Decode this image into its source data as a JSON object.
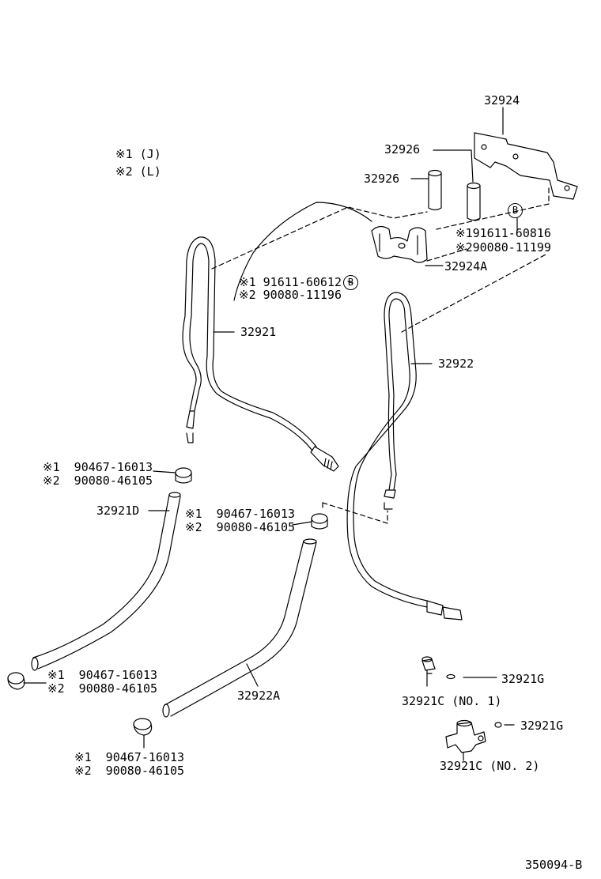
{
  "legend": [
    {
      "mark": "※1",
      "code": "(J)"
    },
    {
      "mark": "※2",
      "code": "(L)"
    }
  ],
  "parts": {
    "p32924": "32924",
    "p32926_a": "32926",
    "p32926_b": "32926",
    "p32924A": "32924A",
    "p32921": "32921",
    "p32922": "32922",
    "p32921D": "32921D",
    "p32922A": "32922A",
    "p32921G_a": "32921G",
    "p32921G_b": "32921G",
    "p32921C_1": "32921C (NO. 1)",
    "p32921C_2": "32921C (NO. 2)"
  },
  "refs": {
    "ref_b_right_1": "※191611-60816",
    "ref_b_right_2": "※290080-11199",
    "ref_b_left_1": "※1 91611-60612",
    "ref_b_left_2": "※2 90080-11196",
    "clamp_top_1": "※1  90467-16013",
    "clamp_top_2": "※2  90080-46105",
    "clamp_mid_1": "※1  90467-16013",
    "clamp_mid_2": "※2  90080-46105",
    "clamp_low_1": "※1  90467-16013",
    "clamp_low_2": "※2  90080-46105",
    "clamp_bot_1": "※1  90467-16013",
    "clamp_bot_2": "※2  90080-46105"
  },
  "callouts": {
    "b_right": "B",
    "b_left": "B"
  },
  "diagram_id": "350094-B"
}
